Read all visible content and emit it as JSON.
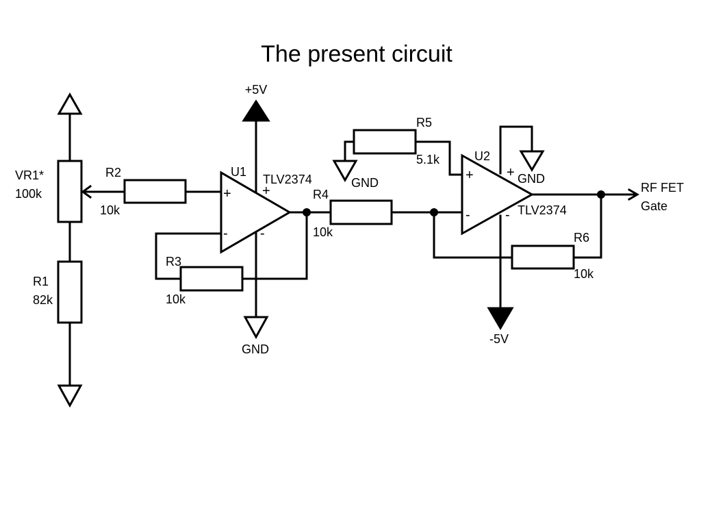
{
  "title": "The present circuit",
  "components": {
    "vr1": {
      "ref": "VR1*",
      "value": "100k"
    },
    "r1": {
      "ref": "R1",
      "value": "82k"
    },
    "r2": {
      "ref": "R2",
      "value": "10k"
    },
    "r3": {
      "ref": "R3",
      "value": "10k"
    },
    "r4": {
      "ref": "R4",
      "value": "10k"
    },
    "r5": {
      "ref": "R5",
      "value": "5.1k"
    },
    "r6": {
      "ref": "R6",
      "value": "10k"
    },
    "u1": {
      "ref": "U1",
      "part": "TLV2374",
      "in_plus": "+",
      "in_minus": "-",
      "supply_plus": "+",
      "supply_minus": "-"
    },
    "u2": {
      "ref": "U2",
      "part": "TLV2374",
      "in_plus": "+",
      "in_minus": "-",
      "supply_plus": "+",
      "supply_minus": "-"
    }
  },
  "power": {
    "pos5": "+5V",
    "neg5": "-5V",
    "gnd_u1": "GND",
    "gnd_r5": "GND",
    "gnd_u2": "GND"
  },
  "output": {
    "line1": "RF FET",
    "line2": "Gate"
  }
}
